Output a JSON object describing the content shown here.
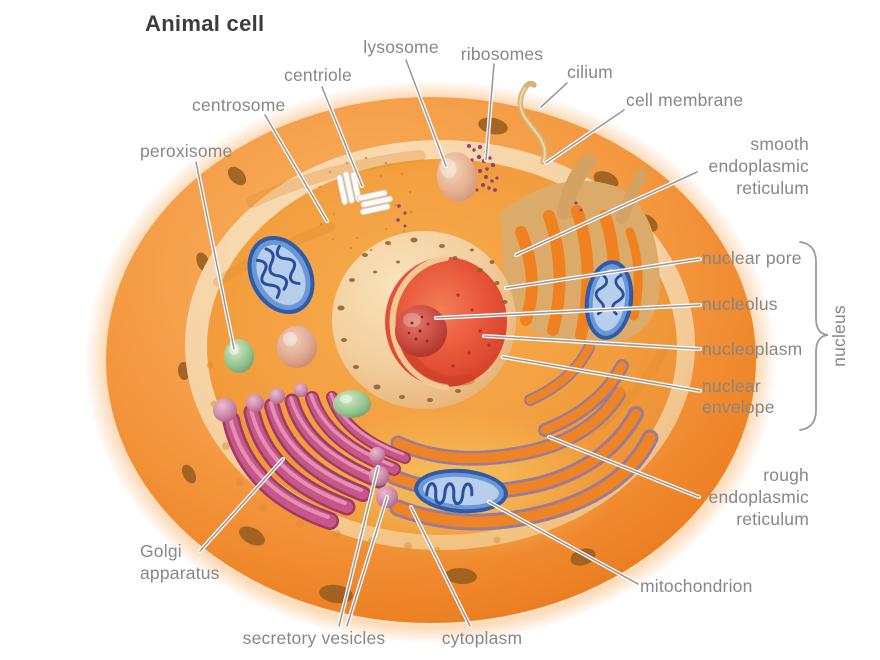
{
  "title": "Animal cell",
  "labels": {
    "lysosome": "lysosome",
    "ribosomes": "ribosomes",
    "cilium": "cilium",
    "cell_membrane": "cell membrane",
    "smooth_er": [
      "smooth",
      "endoplasmic",
      "reticulum"
    ],
    "nuclear_pore": "nuclear pore",
    "nucleolus": "nucleolus",
    "nucleoplasm": "nucleoplasm",
    "nuclear_envelope": [
      "nuclear",
      "envelope"
    ],
    "nucleus": "nucleus",
    "rough_er": [
      "rough",
      "endoplasmic",
      "reticulum"
    ],
    "mitochondrion": "mitochondrion",
    "golgi_apparatus": [
      "Golgi",
      "apparatus"
    ],
    "secretory_vesicles": "secretory vesicles",
    "cytoplasm": "cytoplasm",
    "peroxisome": "peroxisome",
    "centrosome": "centrosome",
    "centriole": "centriole"
  },
  "palette": {
    "cell_orange": "#f09233",
    "cut_face_tan": "#f6d0a0",
    "cytoplasm_orange": "#f2a044",
    "nucleus_envelope_tan": "#f3cf9e",
    "nucleoplasm_red": "#e05237",
    "nucleolus_red": "#c2423a",
    "mitochondrion_blue": "#3a66b0",
    "golgi_pink": "#c9568b",
    "peroxisome_green": "#93c48d",
    "ribosome_purple": "#93407f",
    "label_gray": "#878787",
    "leader_gray": "#9b9b9b",
    "title_gray": "#3c3c3c"
  }
}
